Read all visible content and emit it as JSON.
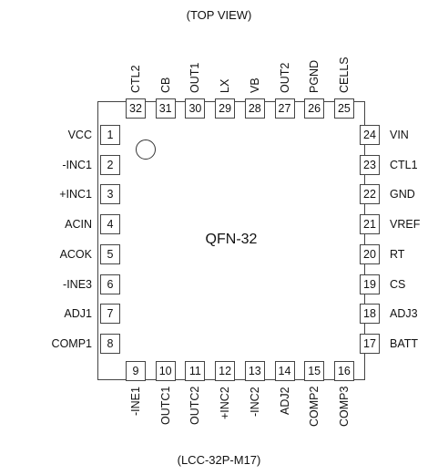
{
  "caption_top": "(TOP VIEW)",
  "caption_bottom": "(LCC-32P-M17)",
  "package_name": "QFN-32",
  "left_pins": [
    {
      "num": "1",
      "name": "VCC"
    },
    {
      "num": "2",
      "name": "-INC1"
    },
    {
      "num": "3",
      "name": "+INC1"
    },
    {
      "num": "4",
      "name": "ACIN"
    },
    {
      "num": "5",
      "name": "ACOK"
    },
    {
      "num": "6",
      "name": "-INE3"
    },
    {
      "num": "7",
      "name": "ADJ1"
    },
    {
      "num": "8",
      "name": "COMP1"
    }
  ],
  "bottom_pins": [
    {
      "num": "9",
      "name": "-INE1"
    },
    {
      "num": "10",
      "name": "OUTC1"
    },
    {
      "num": "11",
      "name": "OUTC2"
    },
    {
      "num": "12",
      "name": "+INC2"
    },
    {
      "num": "13",
      "name": "-INC2"
    },
    {
      "num": "14",
      "name": "ADJ2"
    },
    {
      "num": "15",
      "name": "COMP2"
    },
    {
      "num": "16",
      "name": "COMP3"
    }
  ],
  "right_pins": [
    {
      "num": "24",
      "name": "VIN"
    },
    {
      "num": "23",
      "name": "CTL1"
    },
    {
      "num": "22",
      "name": "GND"
    },
    {
      "num": "21",
      "name": "VREF"
    },
    {
      "num": "20",
      "name": "RT"
    },
    {
      "num": "19",
      "name": "CS"
    },
    {
      "num": "18",
      "name": "ADJ3"
    },
    {
      "num": "17",
      "name": "BATT"
    }
  ],
  "top_pins": [
    {
      "num": "32",
      "name": "CTL2"
    },
    {
      "num": "31",
      "name": "CB"
    },
    {
      "num": "30",
      "name": "OUT1"
    },
    {
      "num": "29",
      "name": "LX"
    },
    {
      "num": "28",
      "name": "VB"
    },
    {
      "num": "27",
      "name": "OUT2"
    },
    {
      "num": "26",
      "name": "PGND"
    },
    {
      "num": "25",
      "name": "CELLS"
    }
  ]
}
